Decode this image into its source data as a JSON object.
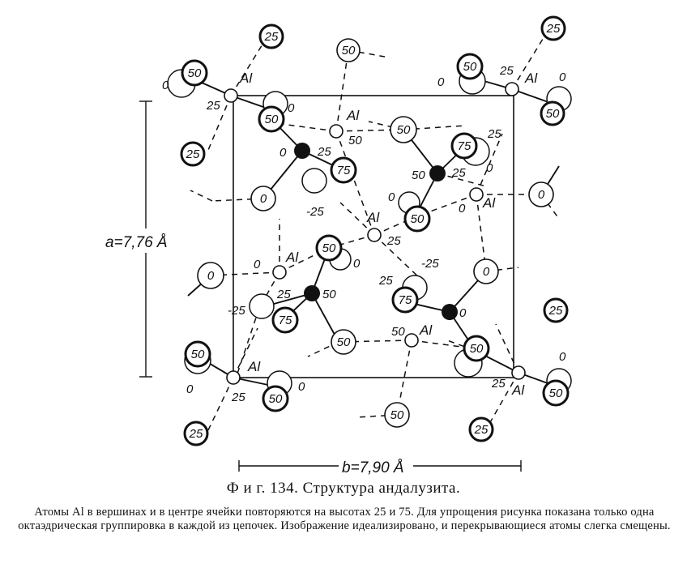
{
  "figure": {
    "dim_a": "a=7,76 Å",
    "dim_b": "b=7,90 Å"
  },
  "atom_labels": {
    "al": "Al",
    "v0": "0",
    "v25": "25",
    "v50": "50",
    "v75": "75",
    "vm25": "-25"
  },
  "caption": {
    "title": "Ф и г. 134. Структура андалузита.",
    "body": "Атомы Al в вершинах и в центре ячейки повторяются на высотах 25 и 75. Для упрощения рисунка показана только одна октаэдрическая группировка в каждой из цепочек. Изображение идеализировано, и перекрывающиеся атомы слегка смещены."
  }
}
